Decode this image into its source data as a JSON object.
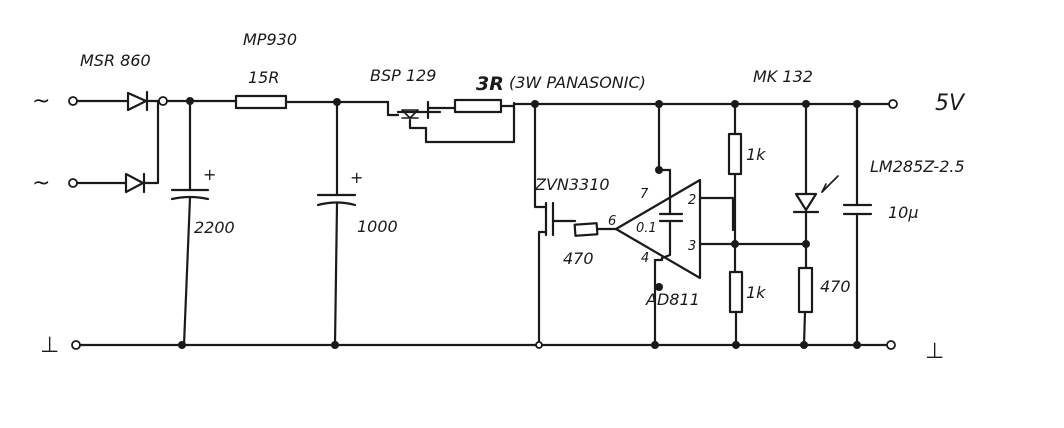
{
  "labels": {
    "bridge_part": "MSR 860",
    "resistor1_part": "MP930",
    "resistor1_value": "15R",
    "switch_part": "BSP 129",
    "resistor2_value": "3R",
    "resistor2_note": "(3W PANASONIC)",
    "regulator_part": "MK 132",
    "output_voltage": "5V",
    "ref_part": "LM285Z-2.5",
    "cap1_value": "2200",
    "cap2_value": "1000",
    "mosfet_part": "ZVN3310",
    "gate_resistor": "470",
    "opamp_part": "AD811",
    "cap_decoupling": "0.1",
    "cap_out": "10µ",
    "res_top": "1k",
    "res_bottom": "1k",
    "res_ref": "470",
    "pin7": "7",
    "pin6": "6",
    "pin4": "4",
    "pin2": "2",
    "pin3": "3",
    "plus": "+",
    "ground_symbol": "⊥",
    "ac_symbol": "~"
  }
}
